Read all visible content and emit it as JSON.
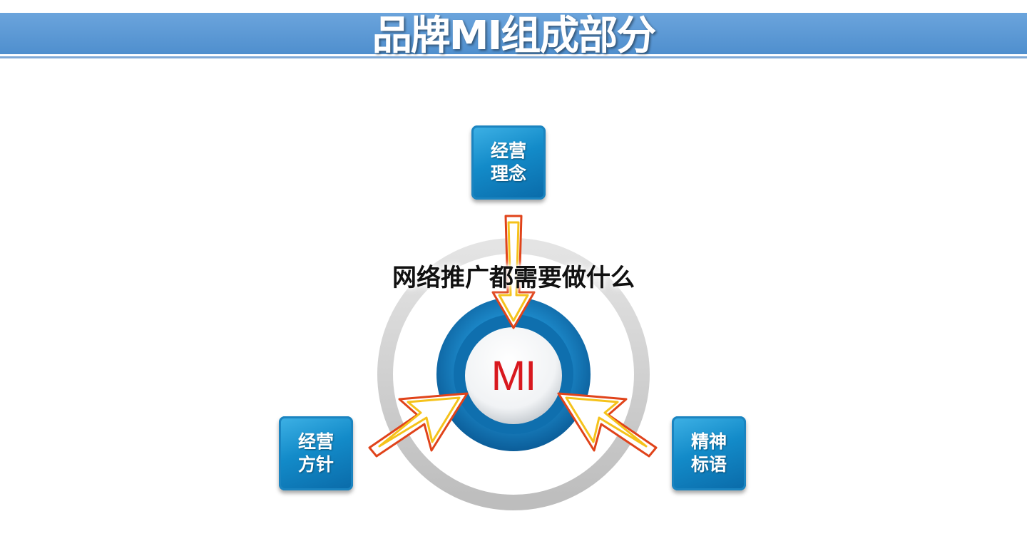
{
  "header": {
    "title": "品牌MI组成部分"
  },
  "diagram": {
    "center": {
      "label": "MI"
    },
    "nodes": [
      {
        "id": "top",
        "line1": "经营",
        "line2": "理念"
      },
      {
        "id": "left",
        "line1": "经营",
        "line2": "方针"
      },
      {
        "id": "right",
        "line1": "精神",
        "line2": "标语"
      }
    ]
  },
  "overlay": {
    "title": "网络推广都需要做什么"
  },
  "colors": {
    "header": "#5b9bd5",
    "node": "#138bc9",
    "ring_outer": "#cfcfcf",
    "ring_blue": "#1479b8",
    "center_text": "#d8181e",
    "arrow_fill": "#ffffff",
    "arrow_stroke_outer": "#e0431a",
    "arrow_stroke_inner": "#f5c21b"
  }
}
